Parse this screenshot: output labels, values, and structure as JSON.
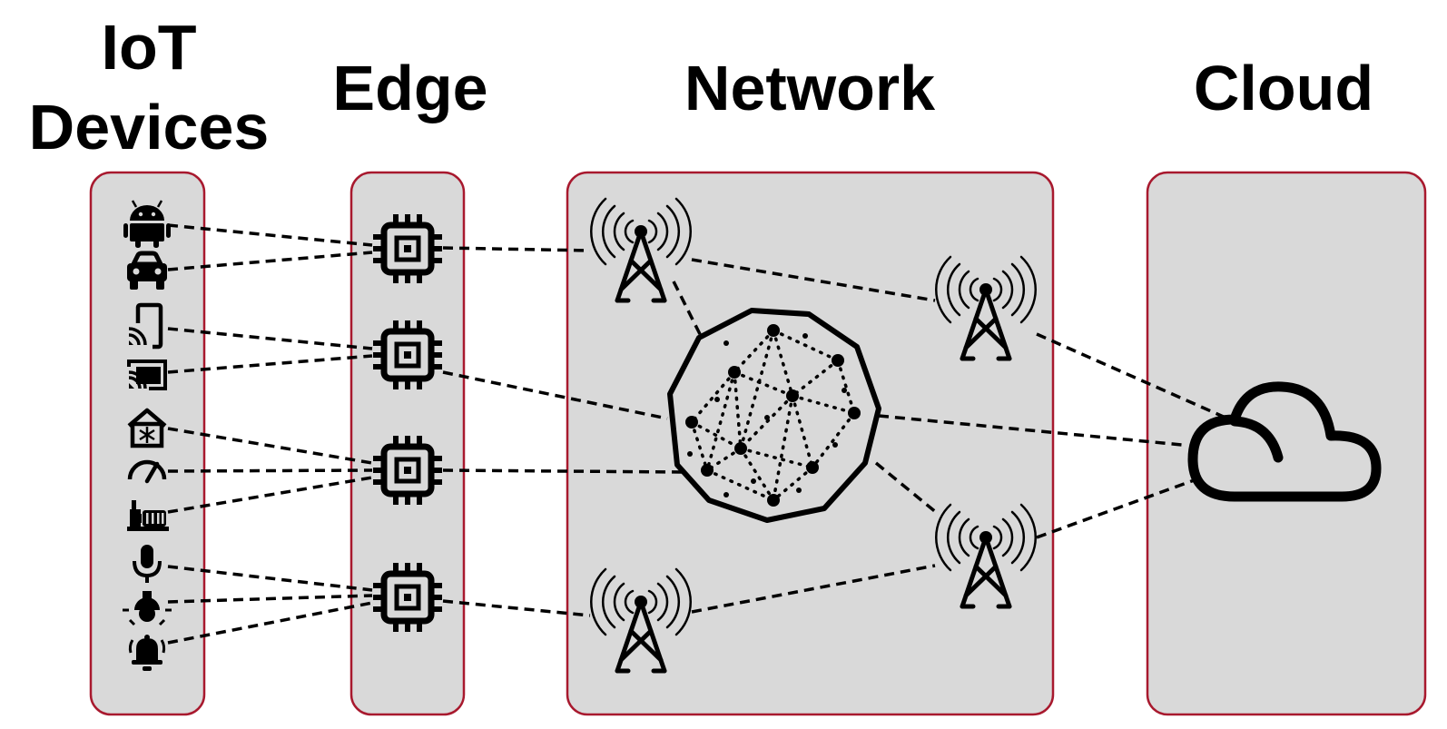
{
  "headers": {
    "iot_line1": "IoT",
    "iot_line2": "Devices",
    "edge": "Edge",
    "network": "Network",
    "cloud": "Cloud"
  },
  "colors": {
    "panel_fill": "#d9d9d9",
    "panel_border": "#a8192e",
    "ink": "#000000"
  },
  "iot_devices": [
    "android-icon",
    "car-icon",
    "cast-phone-icon",
    "cast-screen-icon",
    "smart-home-icon",
    "gauge-icon",
    "motor-icon",
    "microphone-icon",
    "lamp-icon",
    "alarm-bell-icon"
  ],
  "edge_nodes": [
    "chip-icon",
    "chip-icon",
    "chip-icon",
    "chip-icon"
  ],
  "network_nodes": [
    "cell-tower-icon",
    "cell-tower-icon",
    "cell-tower-icon",
    "cell-tower-icon",
    "mesh-network-icon"
  ],
  "cloud_nodes": [
    "cloud-icon"
  ]
}
